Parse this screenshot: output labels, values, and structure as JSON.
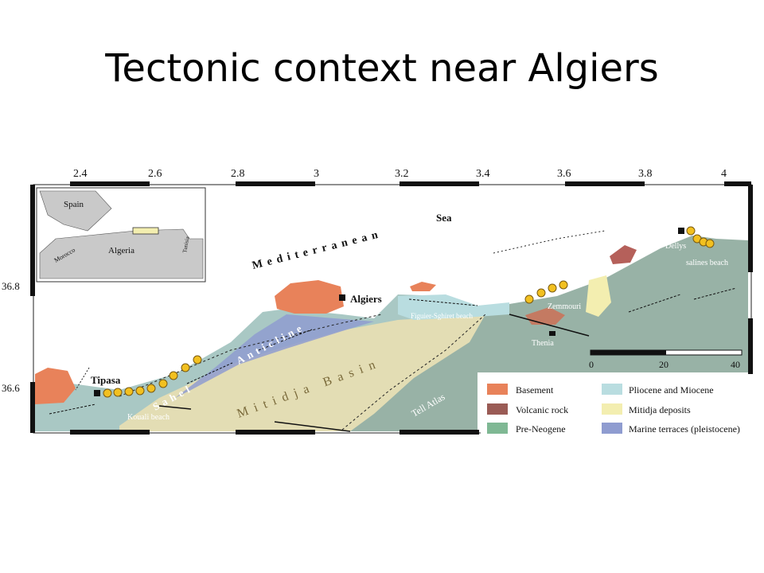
{
  "slide": {
    "title": "Tectonic context near Algiers"
  },
  "map": {
    "lon_ticks": [
      "2.4",
      "2.6",
      "2.8",
      "3",
      "3.2",
      "3.4",
      "3.6",
      "3.8",
      "4"
    ],
    "lat_ticks": [
      "36.8",
      "36.6"
    ],
    "sea_labels": {
      "sea": "Sea",
      "mediterranean": "Mediterranean"
    },
    "places": {
      "algiers": "Algiers",
      "tipasa": "Tipasa",
      "zemmouri": "Zemmouri",
      "thenia": "Thenia",
      "dellys": "Dellys",
      "salines_beach": "salines beach",
      "kouali_beach": "Kouali beach",
      "figuier_beach": "Figuier-Sghiret beach"
    },
    "features": {
      "sahel": "Sahel",
      "anticline": "Anticline",
      "mitidja_basin": "Mitidja Basin",
      "tell_atlas": "Tell Atlas"
    },
    "scale_bar": {
      "labels": [
        "0",
        "20",
        "40"
      ]
    }
  },
  "inset": {
    "labels": {
      "spain": "Spain",
      "morocco": "Morocco",
      "algeria": "Algeria",
      "tunisia": "Tunisia"
    }
  },
  "legend": {
    "items": [
      {
        "label": "Basement",
        "color": "#e8825a"
      },
      {
        "label": "Volcanic rock",
        "color": "#9a5b55"
      },
      {
        "label": "Pre-Neogene",
        "color": "#7fb894"
      },
      {
        "label": "Pliocene and Miocene",
        "color": "#b9dde0"
      },
      {
        "label": "Mitidja deposits",
        "color": "#f3eeb0"
      },
      {
        "label": "Marine terraces (pleistocene)",
        "color": "#8f9cd0"
      }
    ]
  },
  "colors": {
    "coast_points": "#f2c020",
    "land_relief": "#9fb4aa"
  }
}
